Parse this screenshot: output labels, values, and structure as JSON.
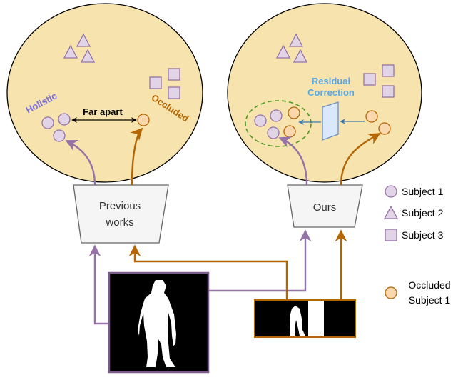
{
  "colors": {
    "space_fill": "#f7e3ad",
    "space_stroke": "#000000",
    "subject_fill": "#e1d4e7",
    "subject_stroke": "#9673a6",
    "occluded_fill": "#fad7ac",
    "occluded_stroke": "#b46504",
    "purple_arrow": "#9673a6",
    "brown_arrow": "#b46504",
    "holistic_text": "#7a6ee0",
    "residual_text": "#5aa7e6",
    "correction_fill": "#dae8fc",
    "correction_stroke": "#6c8ebf",
    "correction_arrow": "#3a7ab0",
    "cluster_stroke": "#4e9a25",
    "encoder_fill": "#f5f5f5",
    "encoder_stroke": "#666666",
    "image_border": "#7d5a8c"
  },
  "left": {
    "holistic": "Holistic",
    "far_apart": "Far apart",
    "occluded": "Occluded",
    "encoder": [
      "Previous",
      "works"
    ]
  },
  "right": {
    "residual": [
      "Residual",
      "Correction"
    ],
    "encoder": "Ours"
  },
  "legend": {
    "subject1": "Subject 1",
    "subject2": "Subject 2",
    "subject3": "Subject 3",
    "occluded_subject1": [
      "Occluded",
      "Subject 1"
    ]
  },
  "icons": {
    "circle": "subject-circle-icon",
    "triangle": "subject-triangle-icon",
    "square": "subject-square-icon",
    "occluded": "occluded-circle-icon"
  }
}
